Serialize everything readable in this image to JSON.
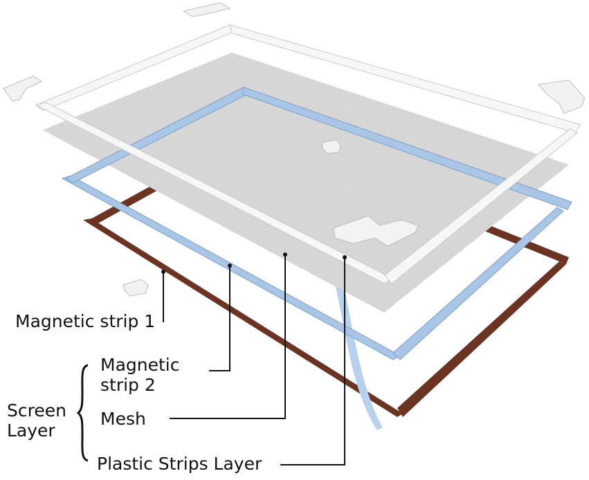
{
  "labels": {
    "magnetic_strip_1": "Magnetic strip 1",
    "magnetic_strip_2_line1": "Magnetic",
    "magnetic_strip_2_line2": "strip 2",
    "mesh": "Mesh",
    "plastic_strips_layer": "Plastic Strips Layer",
    "screen_layer_line1": "Screen",
    "screen_layer_line2": "Layer"
  },
  "colors": {
    "brown_strip": "#6b3322",
    "blue_strip": "#a9c6e6",
    "white_frame": "#f7f7f7",
    "mesh": "#d9d9d9",
    "leader_line": "#111111"
  }
}
